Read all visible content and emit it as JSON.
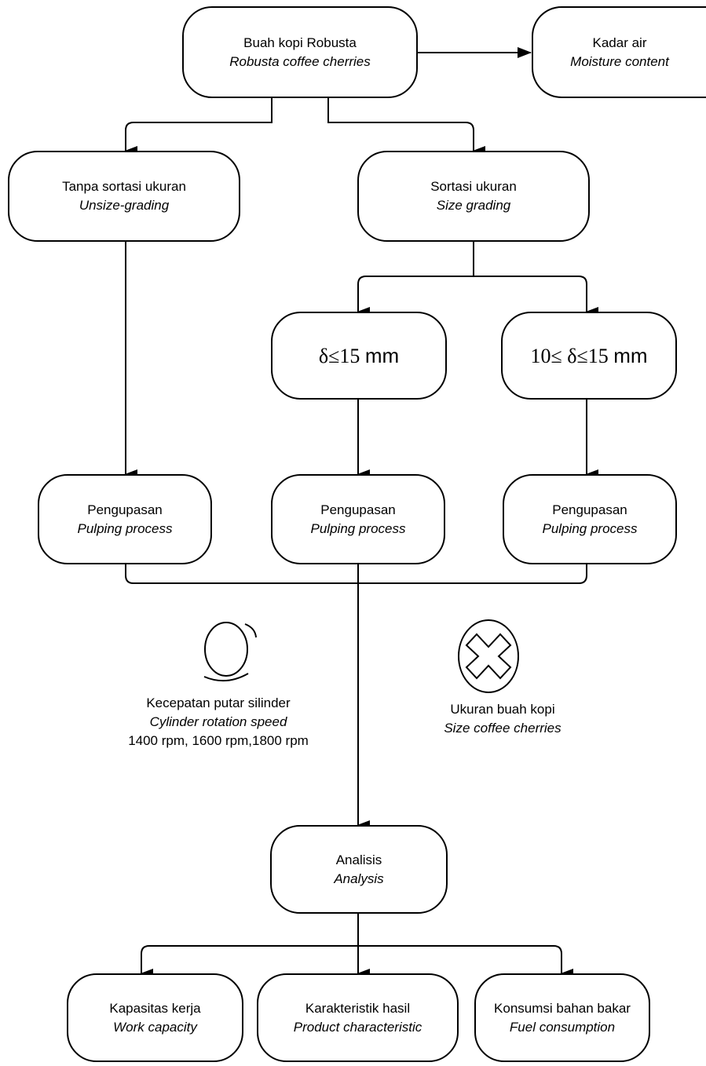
{
  "top": {
    "id": "Buah kopi Robusta",
    "en": "Robusta coffee cherries"
  },
  "moisture": {
    "id": "Kadar air",
    "en": "Moisture content"
  },
  "unsize": {
    "id": "Tanpa sortasi ukuran",
    "en": "Unsize-grading"
  },
  "size": {
    "id": "Sortasi ukuran",
    "en": "Size grading"
  },
  "size_a": {
    "label": "δ≤15",
    "unit": "mm"
  },
  "size_b": {
    "label": "10≤ δ≤15",
    "unit": "mm"
  },
  "pulp_1": {
    "id": "Pengupasan",
    "en": "Pulping process"
  },
  "pulp_2": {
    "id": "Pengupasan",
    "en": "Pulping process"
  },
  "pulp_3": {
    "id": "Pengupasan",
    "en": "Pulping process"
  },
  "speed": {
    "id": "Kecepatan putar silinder",
    "en": "Cylinder rotation speed",
    "values": "1400 rpm, 1600 rpm,1800 rpm"
  },
  "cherry": {
    "id": "Ukuran buah kopi",
    "en": "Size coffee cherries"
  },
  "analysis": {
    "id": "Analisis",
    "en": "Analysis"
  },
  "capacity": {
    "id": "Kapasitas kerja",
    "en": "Work capacity"
  },
  "product": {
    "id": "Karakteristik hasil",
    "en": "Product characteristic"
  },
  "fuel": {
    "id": "Konsumsi bahan bakar",
    "en": "Fuel consumption"
  },
  "icons": {
    "rotation": "rotation-arrow-icon",
    "cherry": "cross-in-circle-icon"
  }
}
